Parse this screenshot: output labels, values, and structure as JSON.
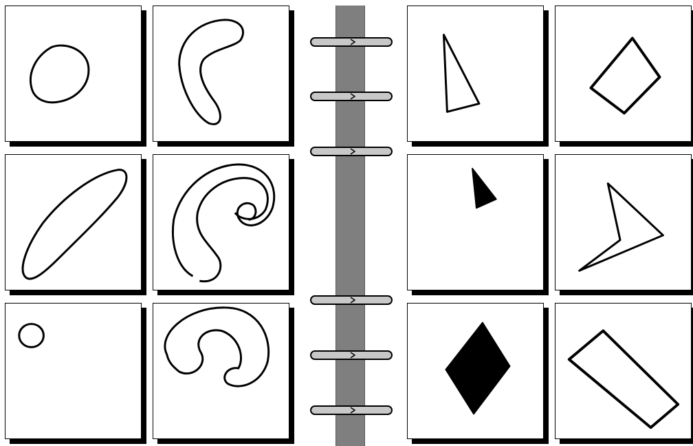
{
  "left_page": {
    "panels": [
      {
        "id": "L1",
        "shape": "circle-outline"
      },
      {
        "id": "L2",
        "shape": "bean-outline"
      },
      {
        "id": "L3",
        "shape": "elongated-ellipse-outline"
      },
      {
        "id": "L4",
        "shape": "spiral-outline"
      },
      {
        "id": "L5",
        "shape": "small-circle-outline"
      },
      {
        "id": "L6",
        "shape": "curled-worm-outline"
      }
    ]
  },
  "right_page": {
    "panels": [
      {
        "id": "R1",
        "shape": "thin-triangle-outline"
      },
      {
        "id": "R2",
        "shape": "diamond-outline"
      },
      {
        "id": "R3",
        "shape": "small-filled-triangle"
      },
      {
        "id": "R4",
        "shape": "chevron-outline"
      },
      {
        "id": "R5",
        "shape": "filled-diamond"
      },
      {
        "id": "R6",
        "shape": "tilted-rectangle-outline"
      }
    ]
  },
  "binder": {
    "ring_count": 6
  },
  "colors": {
    "ink": "#000000",
    "paper": "#ffffff",
    "spine": "#7f7f7f",
    "ring": "#c8c8c8"
  }
}
